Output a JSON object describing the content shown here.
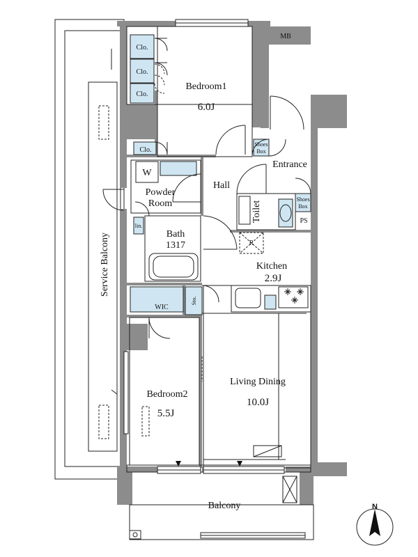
{
  "rooms": {
    "bedroom1": {
      "name": "Bedroom1",
      "size": "6.0J"
    },
    "bedroom2": {
      "name": "Bedroom2",
      "size": "5.5J"
    },
    "kitchen": {
      "name": "Kitchen",
      "size": "2.9J"
    },
    "living_dining": {
      "name": "Living Dining",
      "size": "10.0J"
    },
    "bath": {
      "name": "Bath",
      "size": "1317"
    },
    "powder_room_line1": "Powder",
    "powder_room_line2": "Room",
    "hall": "Hall",
    "entrance": "Entrance",
    "toilet": "Toilet",
    "balcony": "Balcony",
    "service_balcony": "Service Balcony"
  },
  "fixtures": {
    "closets": [
      "Clo.",
      "Clo.",
      "Clo.",
      "Clo."
    ],
    "washer": "W",
    "linen": "lin.",
    "wic": "WIC",
    "storage": "Sto.",
    "shoes_box_line1": "Shoes",
    "shoes_box_line2": "Box",
    "pipe_space": "PS",
    "meter_box": "MB",
    "refrigerator": "R"
  },
  "compass": {
    "north": "N"
  },
  "colors": {
    "wall": "#8c8c8c",
    "storage_fill": "#cfe6f2",
    "line": "#222222"
  }
}
